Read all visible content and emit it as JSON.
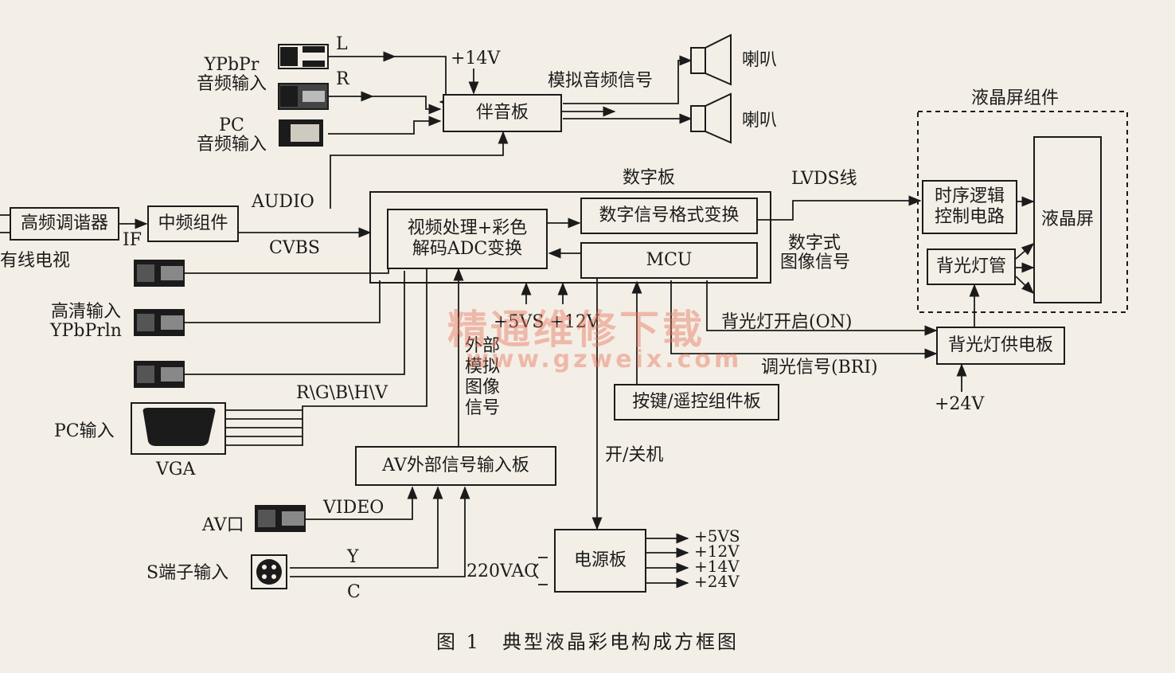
{
  "inputs": {
    "ypbpr_audio": [
      "YPbPr",
      "音频输入"
    ],
    "pc_audio": [
      "PC",
      "音频输入"
    ],
    "hd_input": [
      "高清输入",
      "YPbPrln"
    ],
    "pc_input": "PC输入",
    "vga": "VGA",
    "av_port": "AV口",
    "s_input": "S端子输入",
    "cable_tv": "有线电视"
  },
  "signals": {
    "left": "L",
    "right": "R",
    "plus14v_top": "+14V",
    "analog_audio": "模拟音频信号",
    "audio": "AUDIO",
    "if": "IF",
    "cvbs": "CVBS",
    "lvds": "LVDS线",
    "digital_image": [
      "数字式",
      "图像信号"
    ],
    "plus5vs_plus12v": "+5VS +12V",
    "external_analog": [
      "外部",
      "模拟",
      "图像",
      "信号"
    ],
    "rgbhv": "R\\G\\B\\H\\V",
    "backlight_on": "背光灯开启(ON)",
    "dimming": "调光信号(BRI)",
    "plus24v": "+24V",
    "power_switch": "开/关机",
    "video": "VIDEO",
    "y": "Y",
    "c": "C",
    "ac220": "220VAC",
    "power_outputs": [
      "+5VS",
      "+12V",
      "+14V",
      "+24V"
    ]
  },
  "blocks": {
    "sound_board": "伴音板",
    "speaker1": "喇叭",
    "speaker2": "喇叭",
    "tuner": "高频调谐器",
    "if_module": "中频组件",
    "digital_board": "数字板",
    "video_adc": [
      "视频处理+彩色",
      "解码ADC变换"
    ],
    "format_convert": "数字信号格式变换",
    "mcu": "MCU",
    "lcd_assembly": "液晶屏组件",
    "tcon": [
      "时序逻辑",
      "控制电路"
    ],
    "lcd_panel": "液晶屏",
    "backlight_tube": "背光灯管",
    "backlight_power": "背光灯供电板",
    "keypad": "按键/遥控组件板",
    "av_board": "AV外部信号输入板",
    "power_board": "电源板"
  },
  "caption": "图 1　典型液晶彩电构成方框图",
  "watermark": {
    "cn": "精通维修下载",
    "url": "www.gzweix.com"
  }
}
